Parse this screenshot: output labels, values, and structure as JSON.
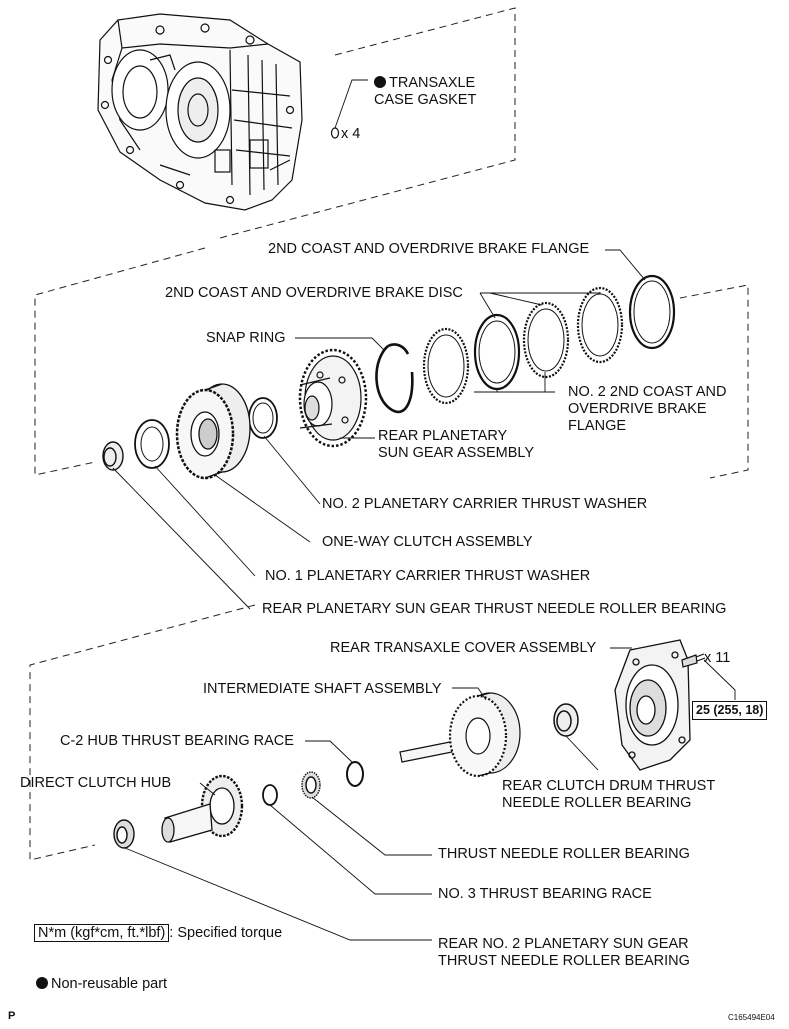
{
  "labels": {
    "gasket": "TRANSAXLE\nCASE GASKET",
    "gasket_qty": "x 4",
    "brake_flange": "2ND COAST AND OVERDRIVE BRAKE FLANGE",
    "brake_disc": "2ND COAST AND OVERDRIVE BRAKE DISC",
    "snap_ring": "SNAP RING",
    "no2_flange": "NO. 2 2ND COAST AND\nOVERDRIVE BRAKE\nFLANGE",
    "rear_sun_gear": "REAR PLANETARY\nSUN GEAR ASSEMBLY",
    "no2_washer": "NO. 2 PLANETARY CARRIER THRUST WASHER",
    "one_way_clutch": "ONE-WAY CLUTCH ASSEMBLY",
    "no1_washer": "NO. 1 PLANETARY CARRIER THRUST WASHER",
    "sun_gear_bearing": "REAR PLANETARY SUN GEAR THRUST NEEDLE ROLLER BEARING",
    "rear_cover": "REAR TRANSAXLE COVER ASSEMBLY",
    "bolt_qty": "x 11",
    "torque_value": "25 (255, 18)",
    "intermediate_shaft": "INTERMEDIATE SHAFT ASSEMBLY",
    "c2_race": "C-2 HUB THRUST BEARING RACE",
    "direct_hub": "DIRECT CLUTCH HUB",
    "drum_bearing": "REAR CLUTCH DRUM THRUST\nNEEDLE ROLLER BEARING",
    "thrust_bearing": "THRUST NEEDLE ROLLER BEARING",
    "no3_race": "NO. 3 THRUST BEARING RACE",
    "rear_no2_bearing": "REAR NO. 2 PLANETARY SUN GEAR\nTHRUST NEEDLE ROLLER BEARING"
  },
  "legend": {
    "torque_unit": "N*m (kgf*cm, ft.*lbf)",
    "torque_text": ": Specified torque",
    "nonreusable_text": "Non-reusable part"
  },
  "footer": {
    "page_letter": "P",
    "figure_code": "C165494E04"
  }
}
